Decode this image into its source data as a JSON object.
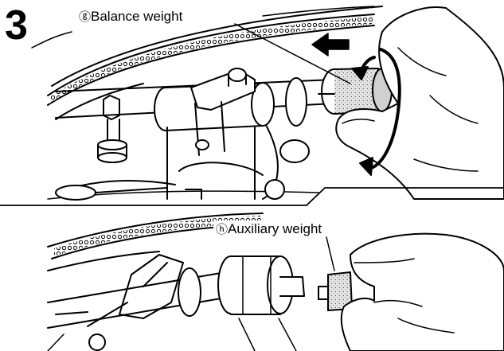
{
  "step": {
    "number": "3"
  },
  "callouts": {
    "balance_weight": {
      "marker": "ⓖ",
      "label": "Balance weight"
    },
    "auxiliary_weight": {
      "marker": "ⓗ",
      "label": "Auxiliary weight"
    }
  },
  "colors": {
    "line": "#000000",
    "fill": "#ffffff",
    "shade": "#bdbdbd"
  },
  "icons": [
    "arrow-left-icon",
    "rotation-arrow-icon"
  ]
}
